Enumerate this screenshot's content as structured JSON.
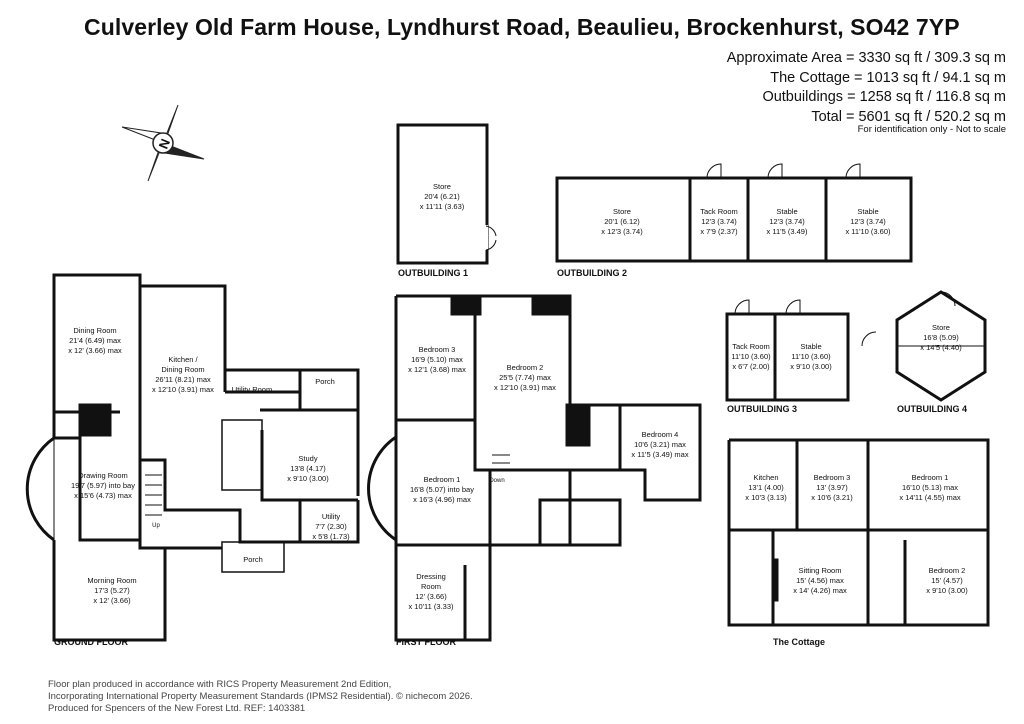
{
  "header": {
    "title": "Culverley Old Farm House, Lyndhurst Road, Beaulieu, Brockenhurst, SO42 7YP",
    "areas": [
      "Approximate Area = 3330 sq ft / 309.3 sq m",
      "The Cottage = 1013 sq ft / 94.1 sq m",
      "Outbuildings = 1258 sq ft / 116.8 sq m",
      "Total = 5601 sq ft / 520.2 sq m"
    ],
    "note": "For identification only - Not to scale"
  },
  "compass": {
    "label": "N"
  },
  "rooms": {
    "store_ob1": [
      "Store",
      "20'4 (6.21)",
      "x 11'11 (3.63)"
    ],
    "store_ob2": [
      "Store",
      "20'1 (6.12)",
      "x 12'3 (3.74)"
    ],
    "tack_ob2": [
      "Tack Room",
      "12'3 (3.74)",
      "x 7'9 (2.37)"
    ],
    "stable1_ob2": [
      "Stable",
      "12'3 (3.74)",
      "x 11'5 (3.49)"
    ],
    "stable2_ob2": [
      "Stable",
      "12'3 (3.74)",
      "x 11'10 (3.60)"
    ],
    "tack_ob3": [
      "Tack Room",
      "11'10 (3.60)",
      "x 6'7 (2.00)"
    ],
    "stable_ob3": [
      "Stable",
      "11'10 (3.60)",
      "x 9'10 (3.00)"
    ],
    "store_ob4": [
      "Store",
      "16'8 (5.09)",
      "x 14'5 (4.40)"
    ],
    "dining": [
      "Dining Room",
      "21'4 (6.49) max",
      "x 12' (3.66) max"
    ],
    "kitchen": [
      "Kitchen /",
      "Dining Room",
      "26'11 (8.21) max",
      "x 12'10 (3.91) max"
    ],
    "utility_room": [
      "Utility Room"
    ],
    "porch_top": [
      "Porch"
    ],
    "study": [
      "Study",
      "13'8 (4.17)",
      "x 9'10 (3.00)"
    ],
    "drawing": [
      "Drawing Room",
      "19'7 (5.97) into bay",
      "x 15'6 (4.73) max"
    ],
    "utility": [
      "Utility",
      "7'7 (2.30)",
      "x 5'8 (1.73)"
    ],
    "porch_bottom": [
      "Porch"
    ],
    "morning": [
      "Morning Room",
      "17'3 (5.27)",
      "x 12' (3.66)"
    ],
    "bed3": [
      "Bedroom 3",
      "16'9 (5.10) max",
      "x 12'1 (3.68) max"
    ],
    "bed2": [
      "Bedroom 2",
      "25'5 (7.74) max",
      "x 12'10 (3.91) max"
    ],
    "bed4": [
      "Bedroom 4",
      "10'6 (3.21) max",
      "x 11'5 (3.49) max"
    ],
    "bed1": [
      "Bedroom 1",
      "16'8 (5.07) into bay",
      "x 16'3 (4.96) max"
    ],
    "dressing": [
      "Dressing",
      "Room",
      "12' (3.66)",
      "x 10'11 (3.33)"
    ],
    "c_kitchen": [
      "Kitchen",
      "13'1 (4.00)",
      "x 10'3 (3.13)"
    ],
    "c_bed3": [
      "Bedroom 3",
      "13' (3.97)",
      "x 10'6 (3.21)"
    ],
    "c_bed1": [
      "Bedroom 1",
      "16'10 (5.13) max",
      "x 14'11 (4.55) max"
    ],
    "c_sitting": [
      "Sitting Room",
      "15' (4.56) max",
      "x 14' (4.26) max"
    ],
    "c_bed2": [
      "Bedroom 2",
      "15' (4.57)",
      "x 9'10 (3.00)"
    ]
  },
  "marks": {
    "up": "Up",
    "down": "Down"
  },
  "floor_labels": {
    "outbuilding1": "OUTBUILDING 1",
    "outbuilding2": "OUTBUILDING 2",
    "outbuilding3": "OUTBUILDING 3",
    "outbuilding4": "OUTBUILDING 4",
    "ground": "GROUND FLOOR",
    "first": "FIRST FLOOR",
    "cottage": "The Cottage"
  },
  "footer": {
    "lines": [
      "Floor plan produced in accordance with RICS Property Measurement 2nd Edition,",
      "Incorporating International Property Measurement Standards (IPMS2 Residential).  © nichecom 2026.",
      "Produced for Spencers of the New Forest Ltd.   REF: 1403381"
    ]
  }
}
